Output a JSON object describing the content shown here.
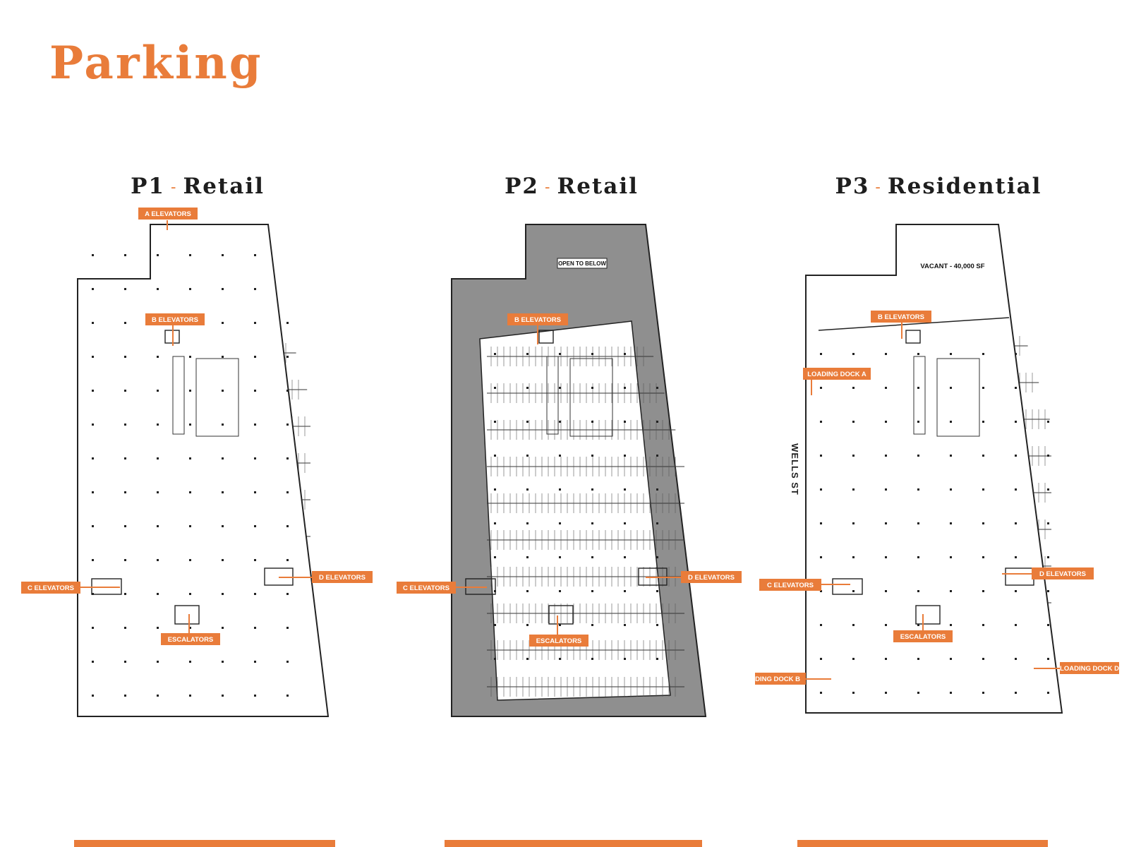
{
  "page": {
    "title": "Parking",
    "accent": "#E97C3A"
  },
  "plans": [
    {
      "id": "p1",
      "level": "P1",
      "separator": "-",
      "name": "Retail",
      "fill": "#ffffff",
      "labels": [
        {
          "text": "A ELEVATORS"
        },
        {
          "text": "B ELEVATORS"
        },
        {
          "text": "C ELEVATORS"
        },
        {
          "text": "D ELEVATORS"
        },
        {
          "text": "ESCALATORS"
        }
      ]
    },
    {
      "id": "p2",
      "level": "P2",
      "separator": "-",
      "name": "Retail",
      "fill": "#8f8f8f",
      "note": "OPEN TO  BELOW",
      "labels": [
        {
          "text": "B ELEVATORS"
        },
        {
          "text": "C ELEVATORS"
        },
        {
          "text": "D ELEVATORS"
        },
        {
          "text": "ESCALATORS"
        }
      ]
    },
    {
      "id": "p3",
      "level": "P3",
      "separator": "-",
      "name": "Residential",
      "fill": "#ffffff",
      "vacant_note": "VACANT - 40,000 SF",
      "street": "WELLS ST",
      "labels": [
        {
          "text": "B ELEVATORS"
        },
        {
          "text": "LOADING DOCK A"
        },
        {
          "text": "C ELEVATORS"
        },
        {
          "text": "D ELEVATORS"
        },
        {
          "text": "ESCALATORS"
        },
        {
          "text": "LOADING DOCK B"
        },
        {
          "text": "LOADING DOCK D"
        }
      ]
    }
  ]
}
